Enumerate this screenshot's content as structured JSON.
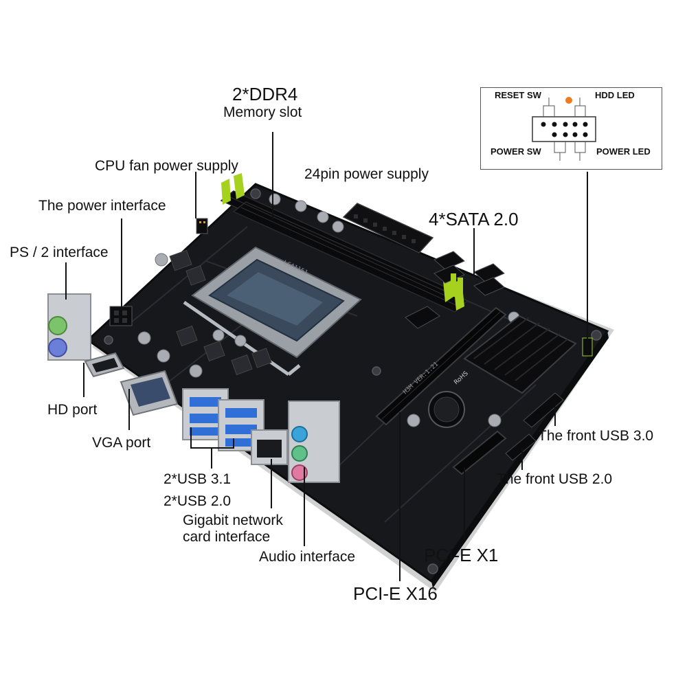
{
  "labels": {
    "ddr4_count": "2*DDR4",
    "ddr4_desc": "Memory slot",
    "cpu_fan": "CPU fan power supply",
    "power_interface": "The power interface",
    "power_24pin": "24pin power supply",
    "sata": "4*SATA 2.0",
    "ps2": "PS / 2 interface",
    "hd_port": "HD port",
    "vga_port": "VGA port",
    "usb31": "2*USB 3.1",
    "usb20": "2*USB 2.0",
    "gigabit_line1": "Gigabit network",
    "gigabit_line2": "card interface",
    "audio": "Audio interface",
    "pcie_x16": "PCI-E X16",
    "pcie_x1": "PCI-E X1",
    "front_usb30": "The front USB 3.0",
    "front_usb20": "The front USB 2.0"
  },
  "panel_header": {
    "reset_sw": "RESET SW",
    "hdd_led": "HDD LED",
    "power_sw": "POWER SW",
    "power_led": "POWER LED"
  },
  "board_marks": {
    "socket": "LGA1151",
    "model": "H3M VER:1.21",
    "rohs": "RoHS"
  },
  "colors": {
    "board": "#17181b",
    "board_edge": "#0b0c0e",
    "slot_latch": "#a6d11e",
    "ps2_keyboard": "#7dc36b",
    "ps2_mouse": "#6c7fd8",
    "usb3_blue": "#2f6fd6",
    "audio_blue": "#3aa3d9",
    "audio_green": "#5fc08a",
    "audio_pink": "#e07aa0",
    "header_dot": "#f07a1e"
  }
}
